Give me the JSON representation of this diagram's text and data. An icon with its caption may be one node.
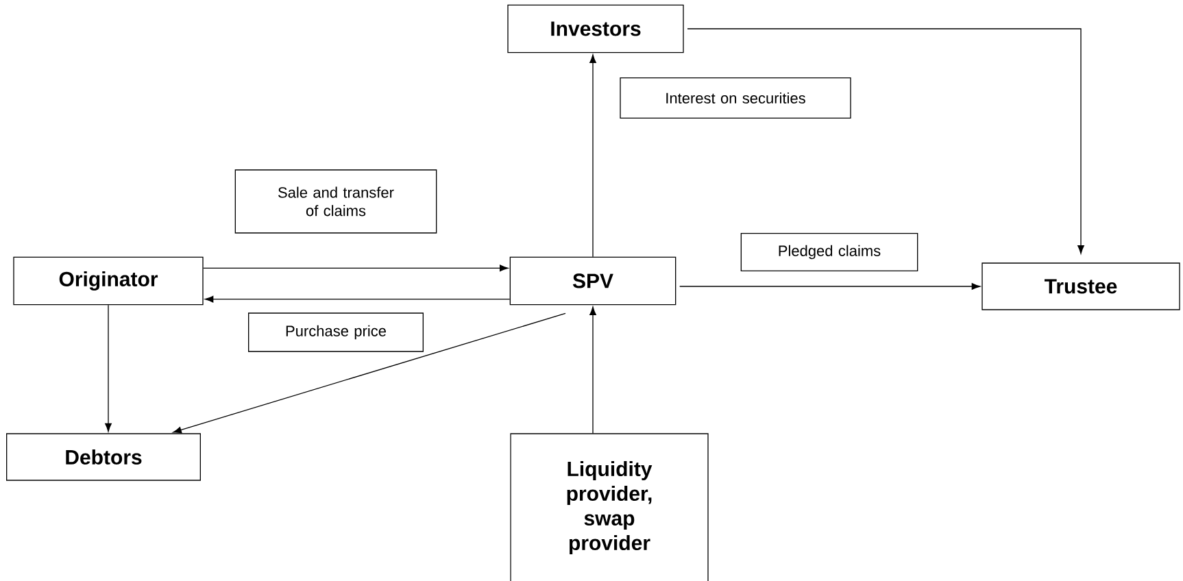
{
  "diagram": {
    "nodes": [
      {
        "text": [
          "Investors"
        ]
      },
      {
        "text": [
          "Interest on securities"
        ]
      },
      {
        "text": [
          "Sale and transfer of claims"
        ]
      },
      {
        "text": [
          "Originator"
        ]
      },
      {
        "text": [
          "SPV"
        ]
      },
      {
        "text": [
          "Pledged claims"
        ]
      },
      {
        "text": [
          "Trustee"
        ]
      },
      {
        "text": [
          "Purchase price"
        ]
      },
      {
        "text": [
          "Debtors"
        ]
      },
      {
        "text": [
          "Liquidity provider, swap provider"
        ]
      }
    ],
    "edges": [
      {
        "from": 4,
        "to": 0,
        "arrow": "to"
      },
      {
        "from": 0,
        "to": 6,
        "arrow": "to"
      },
      {
        "from": 3,
        "to": 4,
        "arrow": "to"
      },
      {
        "from": 4,
        "to": 3,
        "arrow": "to"
      },
      {
        "from": 3,
        "to": 8,
        "arrow": "to"
      },
      {
        "from": 4,
        "to": 8,
        "arrow": "to"
      },
      {
        "from": 4,
        "to": 6,
        "arrow": "to"
      },
      {
        "from": 9,
        "to": 4,
        "arrow": "to"
      }
    ]
  }
}
